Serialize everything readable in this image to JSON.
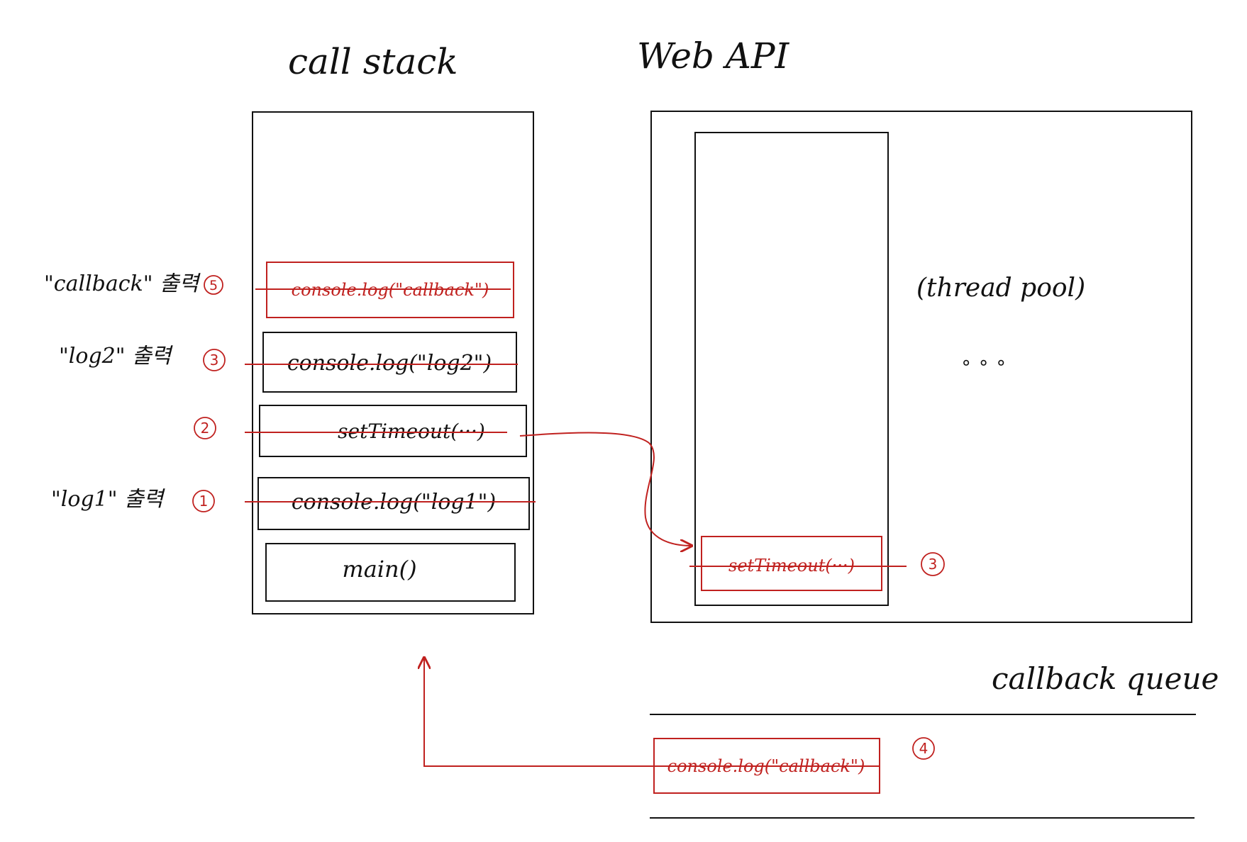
{
  "titles": {
    "call_stack": "call stack",
    "web_api": "Web API",
    "callback_queue": "callback queue",
    "thread_pool": "(thread pool)",
    "ellipsis": "∘   ∘   ∘"
  },
  "call_stack": {
    "frames": [
      {
        "label": "console.log(\"callback\")",
        "step": "5",
        "note": "\"callback\" 출력"
      },
      {
        "label": "console.log(\"log2\")",
        "step": "3",
        "note": "\"log2\" 출력"
      },
      {
        "label": "setTimeout(···)",
        "step": "2",
        "note": ""
      },
      {
        "label": "console.log(\"log1\")",
        "step": "1",
        "note": "\"log1\" 출력"
      },
      {
        "label": "main()",
        "step": "",
        "note": ""
      }
    ]
  },
  "web_api": {
    "timer": {
      "label": "setTimeout(···)",
      "step": "3"
    }
  },
  "queue": {
    "item": {
      "label": "console.log(\"callback\")",
      "step": "4"
    }
  },
  "colors": {
    "ink": "#111111",
    "red": "#c0211f"
  }
}
